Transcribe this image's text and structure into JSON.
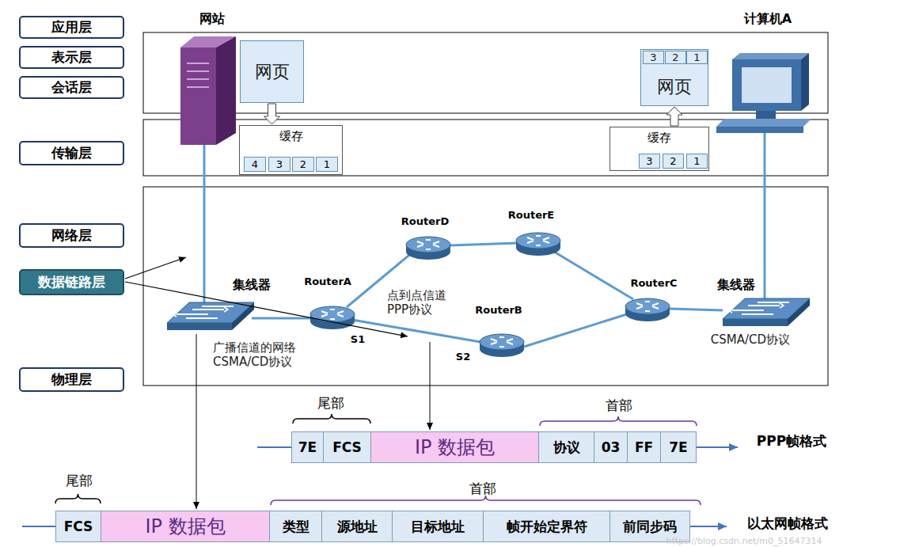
{
  "diagram": {
    "nodes": [
      {
        "text": [
          "应用层"
        ]
      },
      {
        "text": [
          "表示层"
        ]
      },
      {
        "text": [
          "会话层"
        ]
      },
      {
        "text": [
          "网页"
        ]
      },
      {
        "text": [
          "缓存"
        ]
      },
      {
        "text": [
          "4"
        ],
        "in": 4
      },
      {
        "text": [
          "3"
        ],
        "in": 4
      },
      {
        "text": [
          "2"
        ],
        "in": 4
      },
      {
        "text": [
          "1"
        ],
        "in": 4
      },
      {
        "text": [
          "网页"
        ]
      },
      {
        "text": [
          "3"
        ],
        "in": 9
      },
      {
        "text": [
          "2"
        ],
        "in": 9
      },
      {
        "text": [
          "1"
        ],
        "in": 9
      },
      {
        "text": [
          "传输层"
        ]
      },
      {
        "text": [
          "缓存"
        ]
      },
      {
        "text": [
          "3"
        ],
        "in": 14
      },
      {
        "text": [
          "2"
        ],
        "in": 14
      },
      {
        "text": [
          "1"
        ],
        "in": 14
      },
      {
        "text": [
          "网络层"
        ]
      },
      {
        "text": [
          "数据链路层"
        ]
      },
      {
        "text": [
          "物理层"
        ]
      },
      {
        "text": [
          "7E"
        ]
      },
      {
        "text": [
          "FCS"
        ]
      },
      {
        "text": [
          "IP 数据包"
        ]
      },
      {
        "text": [
          "协议"
        ]
      },
      {
        "text": [
          "03"
        ]
      },
      {
        "text": [
          "FF"
        ]
      },
      {
        "text": [
          "7E"
        ]
      },
      {
        "text": [
          "FCS"
        ]
      },
      {
        "text": [
          "IP 数据包"
        ]
      },
      {
        "text": [
          "类型"
        ]
      },
      {
        "text": [
          "源地址"
        ]
      },
      {
        "text": [
          "目标地址"
        ]
      },
      {
        "text": [
          "帧开始定界符"
        ]
      },
      {
        "text": [
          "前同步码"
        ]
      }
    ],
    "edges": [
      {
        "from": 3,
        "to": 4,
        "arrow": "to"
      },
      {
        "from": 14,
        "to": 9,
        "arrow": "to"
      }
    ],
    "labels": [
      "网站",
      "计算机A",
      "RouterD",
      "RouterE",
      "集线器",
      "RouterA",
      "点到点信道 PPP协议",
      "RouterC",
      "集线器",
      "RouterB",
      "S1",
      "S2",
      "广播信道的网络 CSMA/CD协议",
      "CSMA/CD协议",
      "尾部",
      "首部",
      "PPP帧格式",
      "尾部",
      "首部",
      "以太网帧格式",
      "https://blog.csdn.net/m0_51647314"
    ]
  }
}
